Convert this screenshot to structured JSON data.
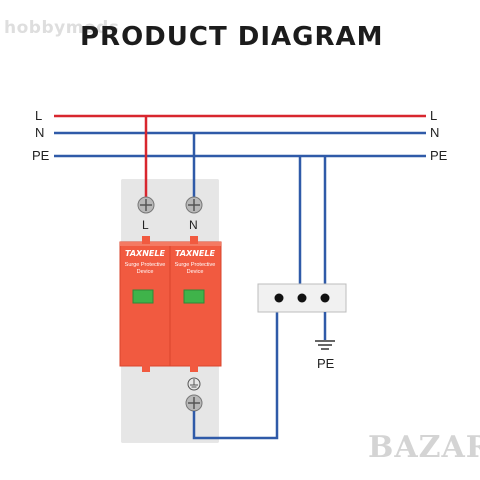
{
  "title": "PRODUCT DIAGRAM",
  "watermark_text": "hobbymods",
  "marketplace_watermark": "BAZAR",
  "lines": {
    "left": [
      "L",
      "N",
      "PE"
    ],
    "right": [
      "L",
      "N",
      "PE"
    ]
  },
  "device": {
    "poles": [
      {
        "terminal": "L",
        "brand": "TAXNELE",
        "subtitle": "Surge Protective Device"
      },
      {
        "terminal": "N",
        "brand": "TAXNELE",
        "subtitle": "Surge Protective Device"
      }
    ]
  },
  "ground_label": "PE",
  "colors": {
    "live": "#d8262e",
    "neutral": "#2f5aa8",
    "device_body": "#f15a40",
    "indicator": "#3fb34a",
    "rail": "#e2e2e2"
  }
}
